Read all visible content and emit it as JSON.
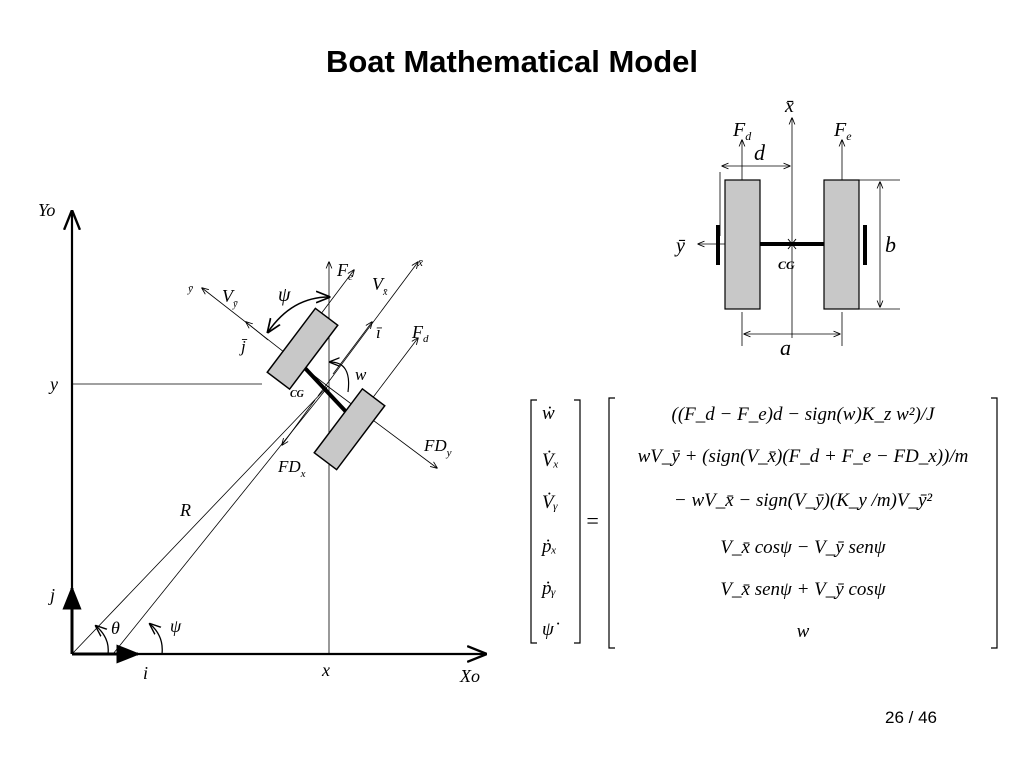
{
  "slide": {
    "title": "Boat Mathematical Model",
    "page": "26 / 46"
  },
  "world_diagram": {
    "axes": {
      "y_axis": "Yo",
      "x_axis": "Xo",
      "unit_j": "j",
      "unit_i": "i",
      "x_mark": "x",
      "y_mark": "y"
    },
    "labels": {
      "F_e": "F",
      "F_e_sub": "e",
      "F_d": "F",
      "F_d_sub": "d",
      "V_xbar": "V",
      "V_xbar_sub": "x̄",
      "V_ybar": "V",
      "V_ybar_sub": "ȳ",
      "psi_top": "ψ",
      "ybar": "ȳ",
      "xbar": "x̄",
      "jbar": "j̄",
      "ibar": "ī",
      "w": "w",
      "cg": "CG",
      "FD_x": "FD",
      "FD_x_sub": "x",
      "FD_y": "FD",
      "FD_y_sub": "y",
      "R": "R⃗",
      "theta": "θ",
      "psi_bottom": "ψ"
    }
  },
  "body_diagram": {
    "labels": {
      "xbar": "x̄",
      "ybar": "ȳ",
      "F_d": "F",
      "F_d_sub": "d",
      "F_e": "F",
      "F_e_sub": "e",
      "d": "d",
      "b": "b",
      "a": "a",
      "cg": "CG"
    }
  },
  "equation": {
    "state_vector": [
      "ẇ",
      "V̇ₓ",
      "V̇ᵧ",
      "ṗₓ",
      "ṗᵧ",
      "ψ̇"
    ],
    "equals": "=",
    "rhs": [
      "((F_d − F_e)d − sign(w)K_z w²)/J",
      "wV_ȳ + (sign(V_x̄)(F_d + F_e − FD_x))/m",
      "− wV_x̄ − sign(V_ȳ)(K_y /m)V_ȳ²",
      "V_x̄ cosψ − V_ȳ senψ",
      "V_x̄ senψ + V_ȳ cosψ",
      "w"
    ]
  },
  "colors": {
    "hull_fill": "#c8c8c8",
    "ink": "#000000"
  }
}
